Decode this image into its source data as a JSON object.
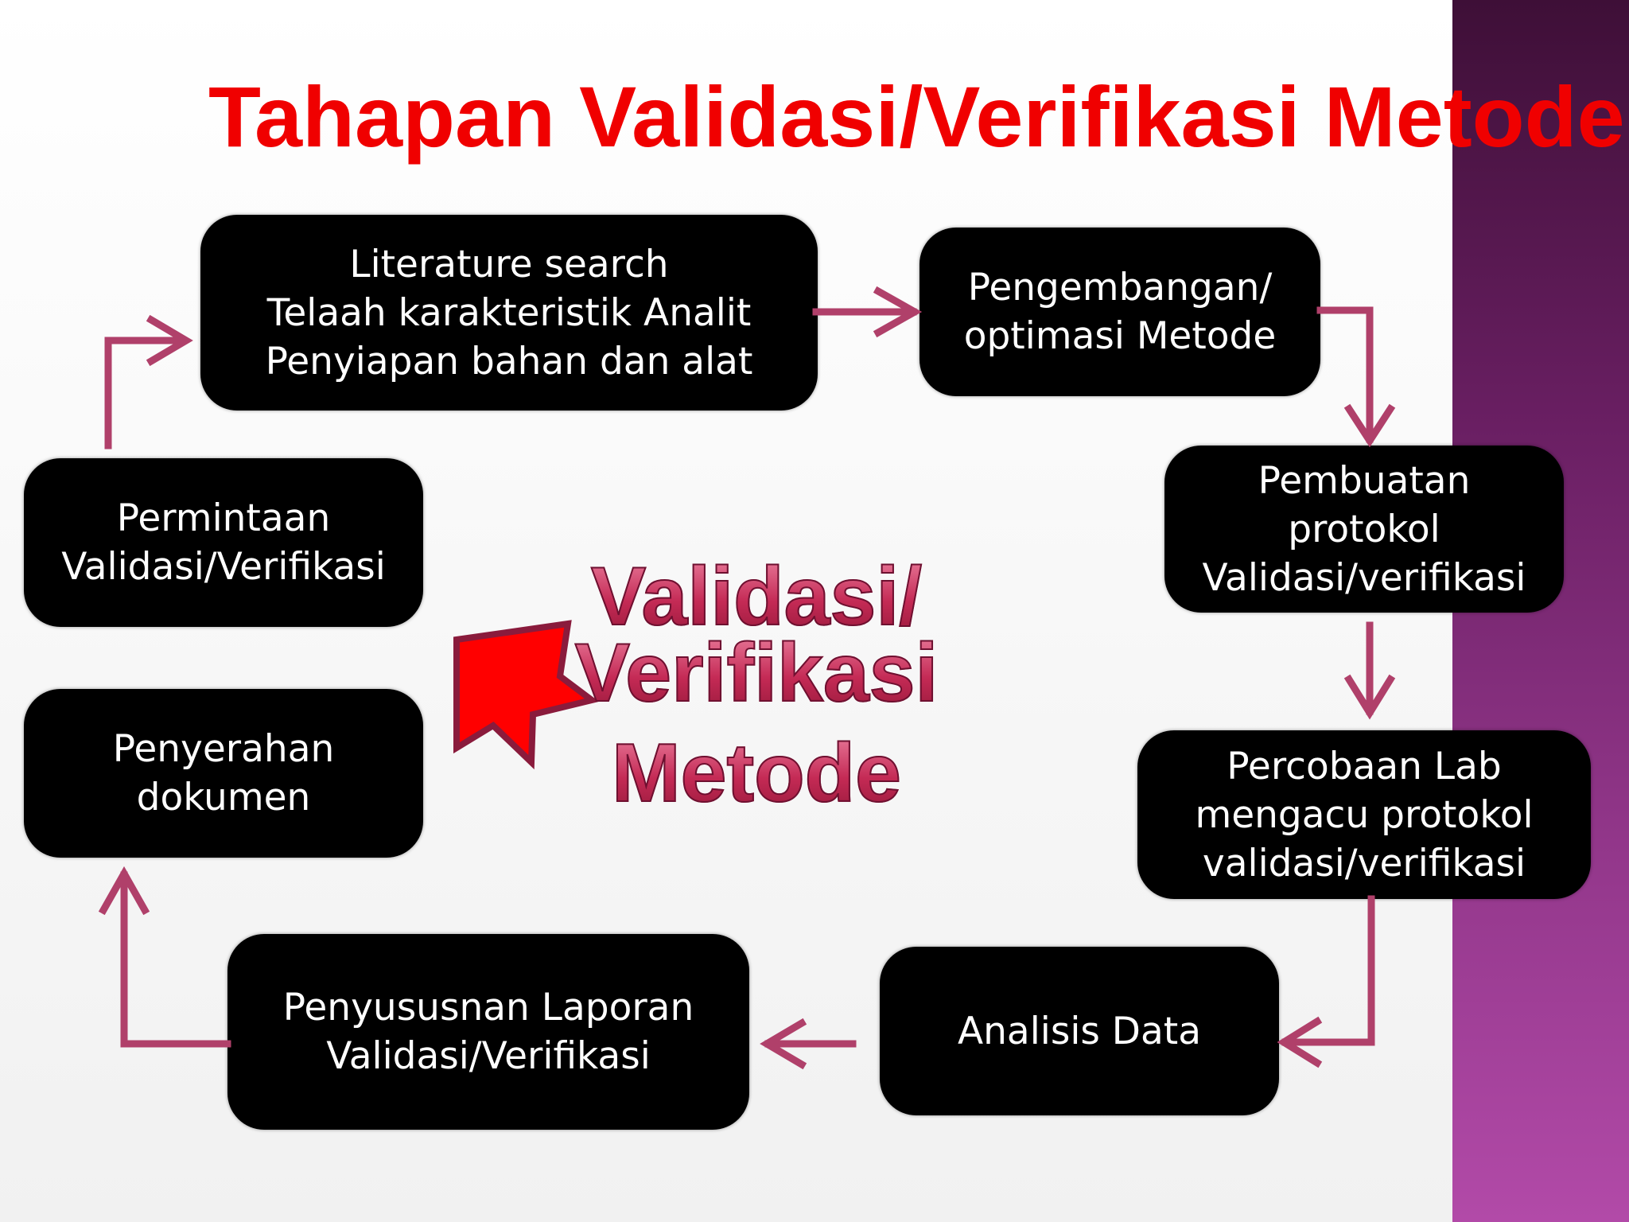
{
  "title": "Tahapan Validasi/Verifikasi Metode",
  "center_label": [
    "Validasi/",
    "Verifikasi",
    "Metode"
  ],
  "colors": {
    "title": "#f00000",
    "box_fill": "#000000",
    "box_text": "#ffffff",
    "connector": "#b0406a",
    "center_text": "#c42a55",
    "star_fill": "#ff0000",
    "side_band": "#93378b"
  },
  "steps": [
    {
      "id": "literature",
      "lines": "Literature search\nTelaah karakteristik  Analit\nPenyiapan bahan dan alat"
    },
    {
      "id": "pengembangan",
      "lines": "Pengembangan/\noptimasi Metode"
    },
    {
      "id": "pembuatan",
      "lines": "Pembuatan\nprotokol\nValidasi/verifikasi"
    },
    {
      "id": "percobaan",
      "lines": "Percobaan Lab\nmengacu  protokol\nvalidasi/verifikasi"
    },
    {
      "id": "analisis",
      "lines": "Analisis Data"
    },
    {
      "id": "penyusunan",
      "lines": "Penyususnan Laporan\nValidasi/Verifikasi"
    },
    {
      "id": "penyerahan",
      "lines": "Penyerahan\ndokumen"
    },
    {
      "id": "permintaan",
      "lines": "Permintaan\nValidasi/Verifikasi"
    }
  ]
}
